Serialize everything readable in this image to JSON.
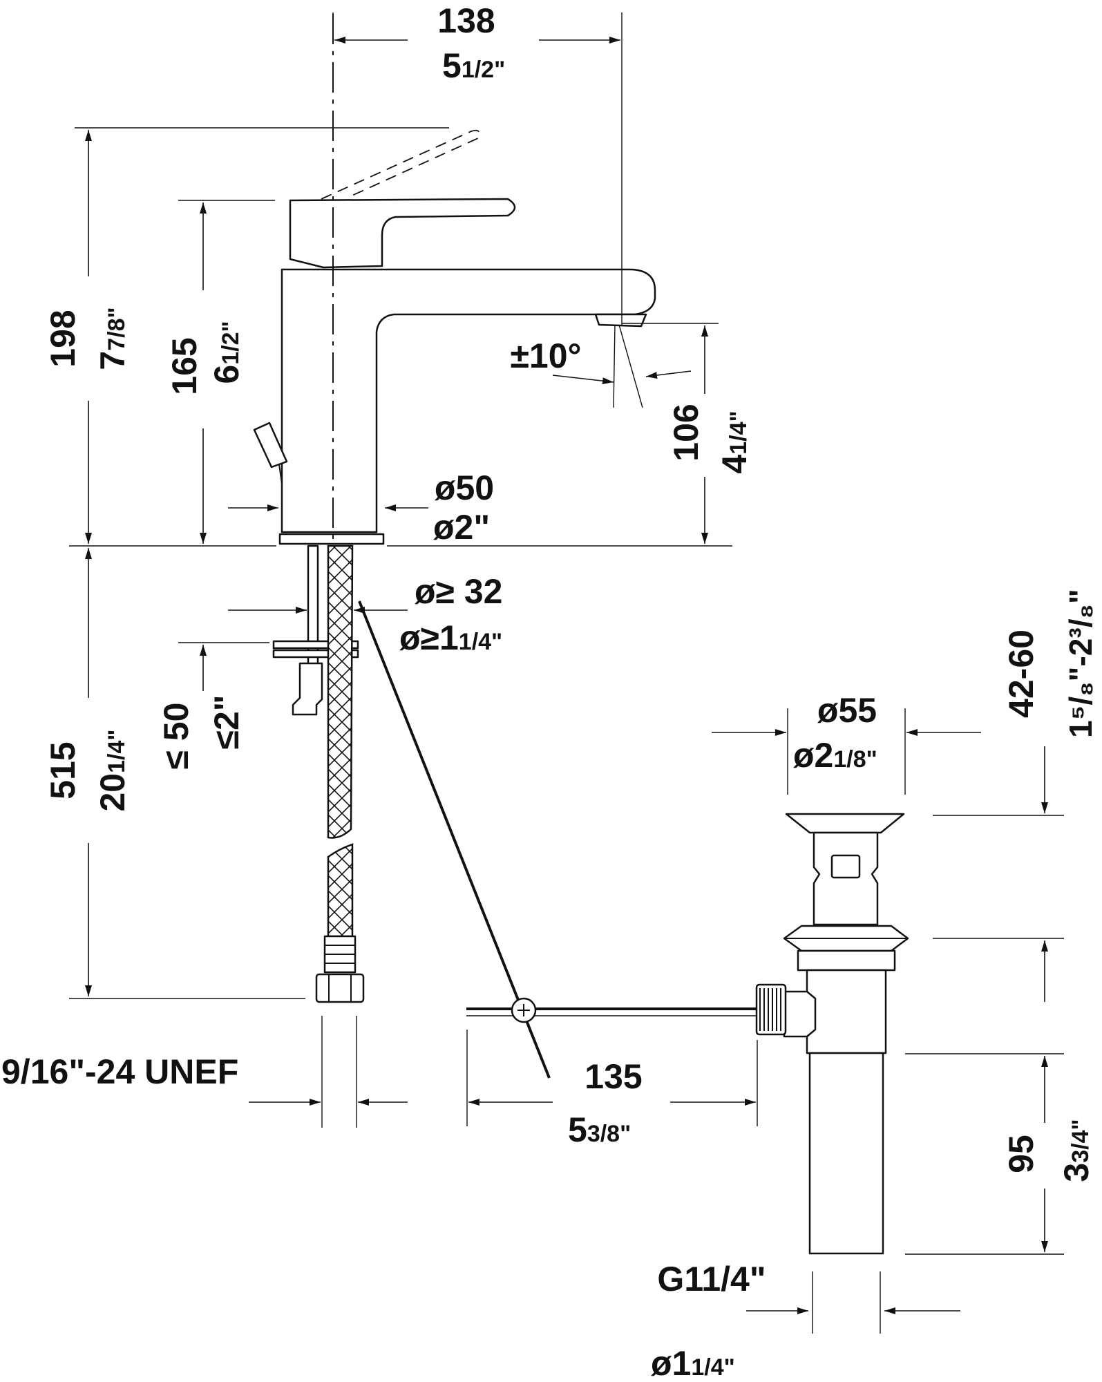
{
  "dimensions": {
    "width_mm": "138",
    "width_in_whole": "5",
    "width_in_frac": "1/2\"",
    "total_height_mm": "198",
    "total_height_in_whole": "7",
    "total_height_in_frac": "7/8\"",
    "body_height_mm": "165",
    "body_height_in_whole": "6",
    "body_height_in_frac": "1/2\"",
    "spout_angle": "±10°",
    "spout_height_mm": "106",
    "spout_height_in_whole": "4",
    "spout_height_in_frac": "1/4\"",
    "base_diameter_mm": "ø50",
    "base_diameter_in": "ø2\"",
    "hole_diameter_mm": "ø≥ 32",
    "hole_diameter_in_whole": "ø≥1",
    "hole_diameter_in_frac": "1/4\"",
    "hose_length_mm": "515",
    "hose_length_in_whole": "20",
    "hose_length_in_frac": "1/4\"",
    "deck_thickness_mm": "≤ 50",
    "deck_thickness_in": "≤2\"",
    "thread_spec": "9/16\"-24 UNEF",
    "rod_offset_mm": "135",
    "rod_offset_in_whole": "5",
    "rod_offset_in_frac": "3/8\"",
    "drain_flange_mm": "ø55",
    "drain_flange_in_whole": "ø2",
    "drain_flange_in_frac": "1/8\"",
    "drain_range_mm": "42-60",
    "drain_range_in": "1⁵/₈\"-2³/₈\"",
    "tailpiece_length_mm": "95",
    "tailpiece_length_in_whole": "3",
    "tailpiece_length_in_frac": "3/4\"",
    "tailpiece_thread": "G11/4\"",
    "tailpiece_diameter_whole": "ø1",
    "tailpiece_diameter_frac": "1/4\""
  }
}
